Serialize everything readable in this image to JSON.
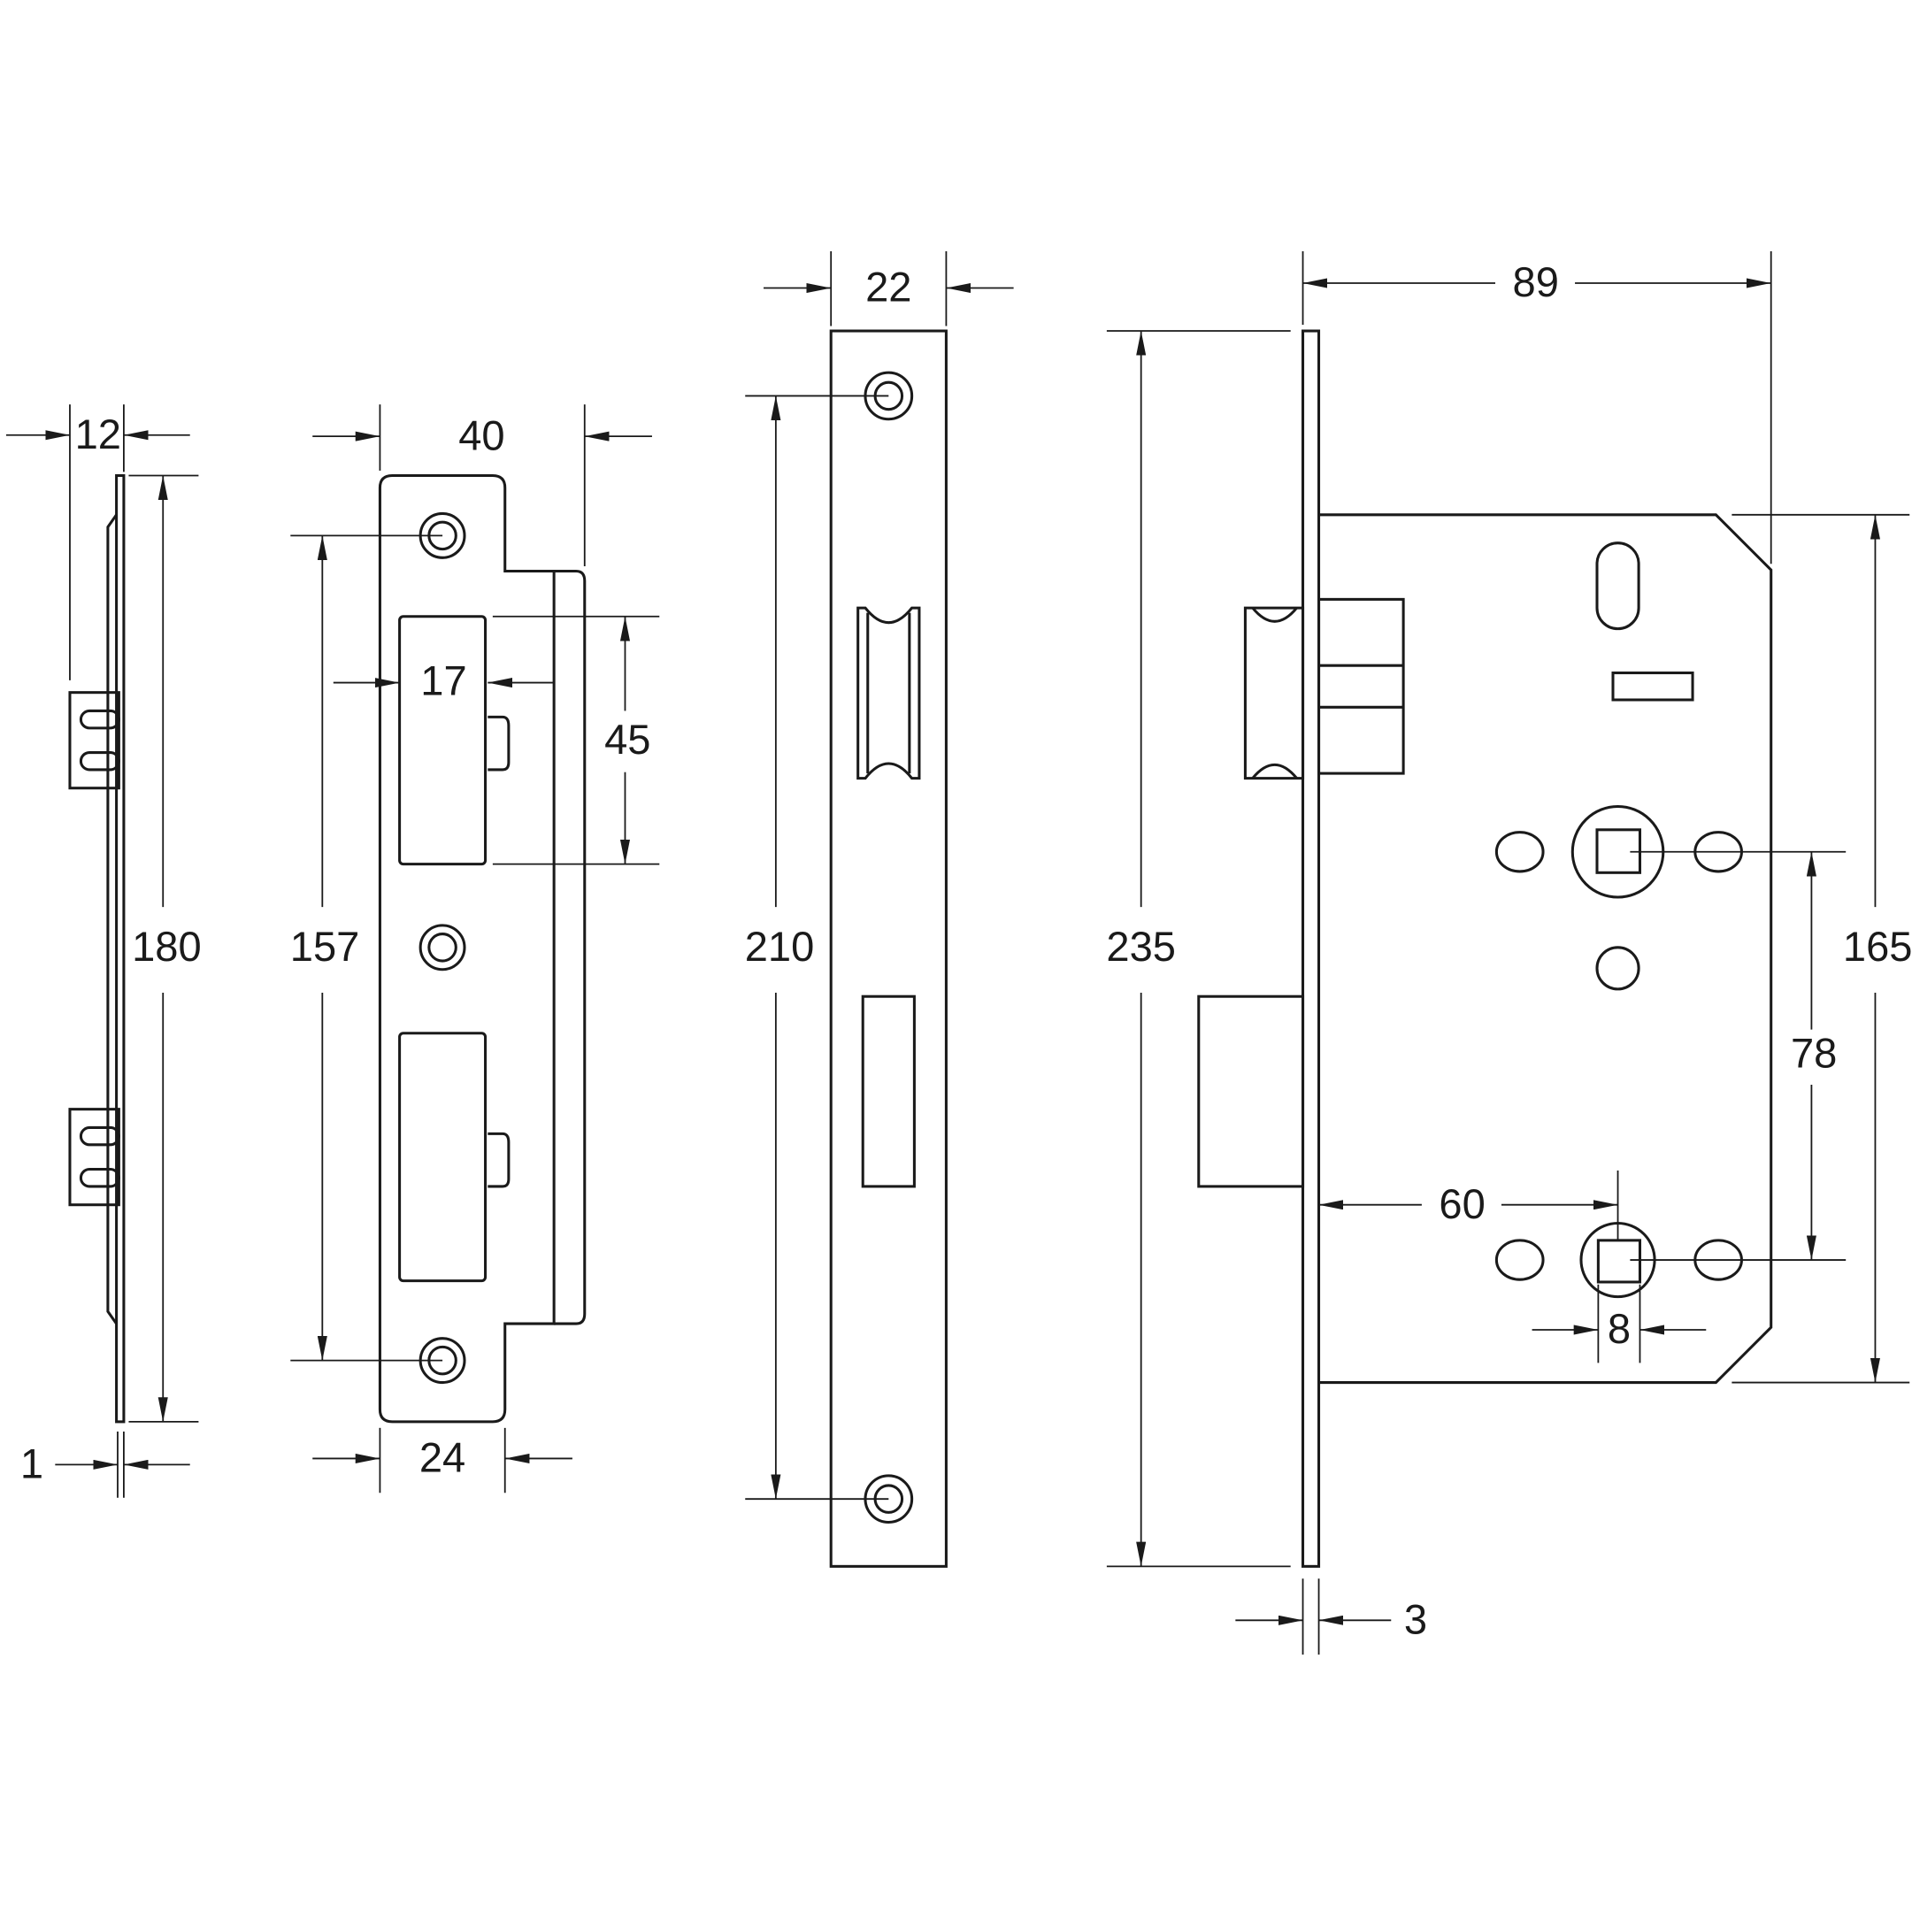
{
  "drawing": {
    "title": "Mortice sashlock dimension drawing",
    "line_color": "#1a1a1a",
    "background": "#ffffff",
    "dimensions": {
      "strike_depth": "12",
      "strike_thickness": "1",
      "strike_height": "180",
      "strike_width": "40",
      "strike_fixing_centres": "157",
      "strike_opening_height": "45",
      "strike_opening_width": "17",
      "strike_lip_width": "24",
      "forend_width": "22",
      "forend_fixing_centres": "210",
      "forend_height": "235",
      "case_depth": "89",
      "case_height": "165",
      "centres": "78",
      "backset": "60",
      "spindle": "8",
      "forend_thickness": "3"
    }
  }
}
